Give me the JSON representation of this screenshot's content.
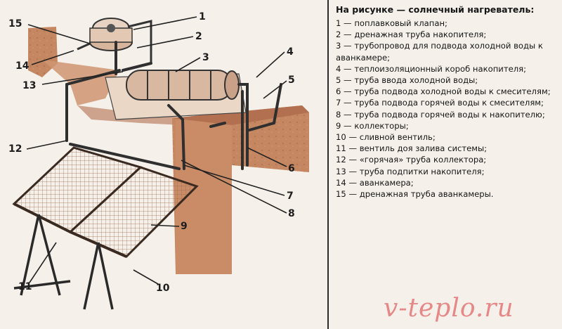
{
  "legend": {
    "title": "На рисунке — солнечный нагреватель:",
    "items": [
      "1 — поплавковый клапан;",
      "2 — дренажная труба накопителя;",
      "3 — трубопровод для подвода холодной воды к аванкамере;",
      "4 — теплоизоляционный короб накопителя;",
      "5 — труба ввода холодной воды;",
      "6 — труба подвода холодной воды к смесителям;",
      "7 — труба подвода горячей воды к смесителям;",
      "8 — труба подвода горячей воды к накопителю;",
      "9 — коллекторы;",
      "10 — сливной вентиль;",
      "11 — вентиль доя залива системы;",
      "12 — «горячая» труба коллектора;",
      "13 — труба подпитки накопителя;",
      "14 — аванкамера;",
      "15 — дренажная труба аванкамеры."
    ]
  },
  "callouts": {
    "c1": "1",
    "c2": "2",
    "c3": "3",
    "c4": "4",
    "c5": "5",
    "c6": "6",
    "c7": "7",
    "c8": "8",
    "c9": "9",
    "c10": "10",
    "c11": "11",
    "c12": "12",
    "c13": "13",
    "c14": "14",
    "c15": "15"
  },
  "watermark": "v-teplo.ru",
  "colors": {
    "wall": "#c98c67",
    "wall_dark": "#a86a48",
    "pipe": "#3a3a3a",
    "collector": "#d9a88a",
    "tank": "#e0c4b0",
    "watermark": "#e06666"
  }
}
